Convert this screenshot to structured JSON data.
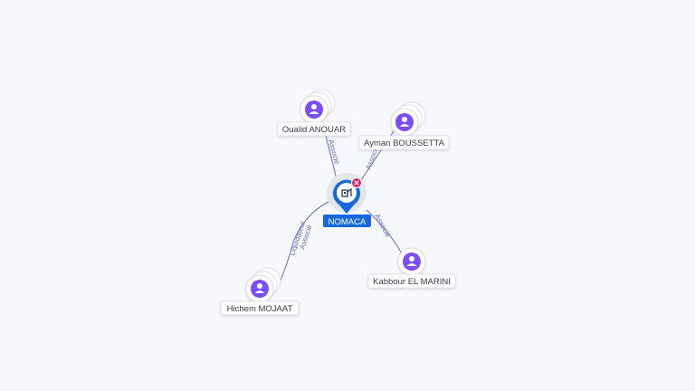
{
  "company": {
    "name": "NOMACA",
    "icon": "building-icon",
    "badge_icon": "close-icon",
    "pin_color": "#1668dc",
    "badge_color": "#e0245e"
  },
  "people": [
    {
      "name": "Oualid ANOUAR",
      "icon": "person-icon",
      "roles": [
        "Associé"
      ]
    },
    {
      "name": "Ayman BOUSSETTA",
      "icon": "person-icon",
      "roles": [
        "Associé"
      ]
    },
    {
      "name": "Kabbour EL MARINI",
      "icon": "person-icon",
      "roles": [
        "Associé"
      ]
    },
    {
      "name": "Hichem MOJAAT",
      "icon": "person-icon",
      "roles": [
        "Liquidateur",
        "Associé"
      ]
    }
  ],
  "colors": {
    "person_icon": "#7c4dff",
    "edge": "#6e6ab8"
  }
}
